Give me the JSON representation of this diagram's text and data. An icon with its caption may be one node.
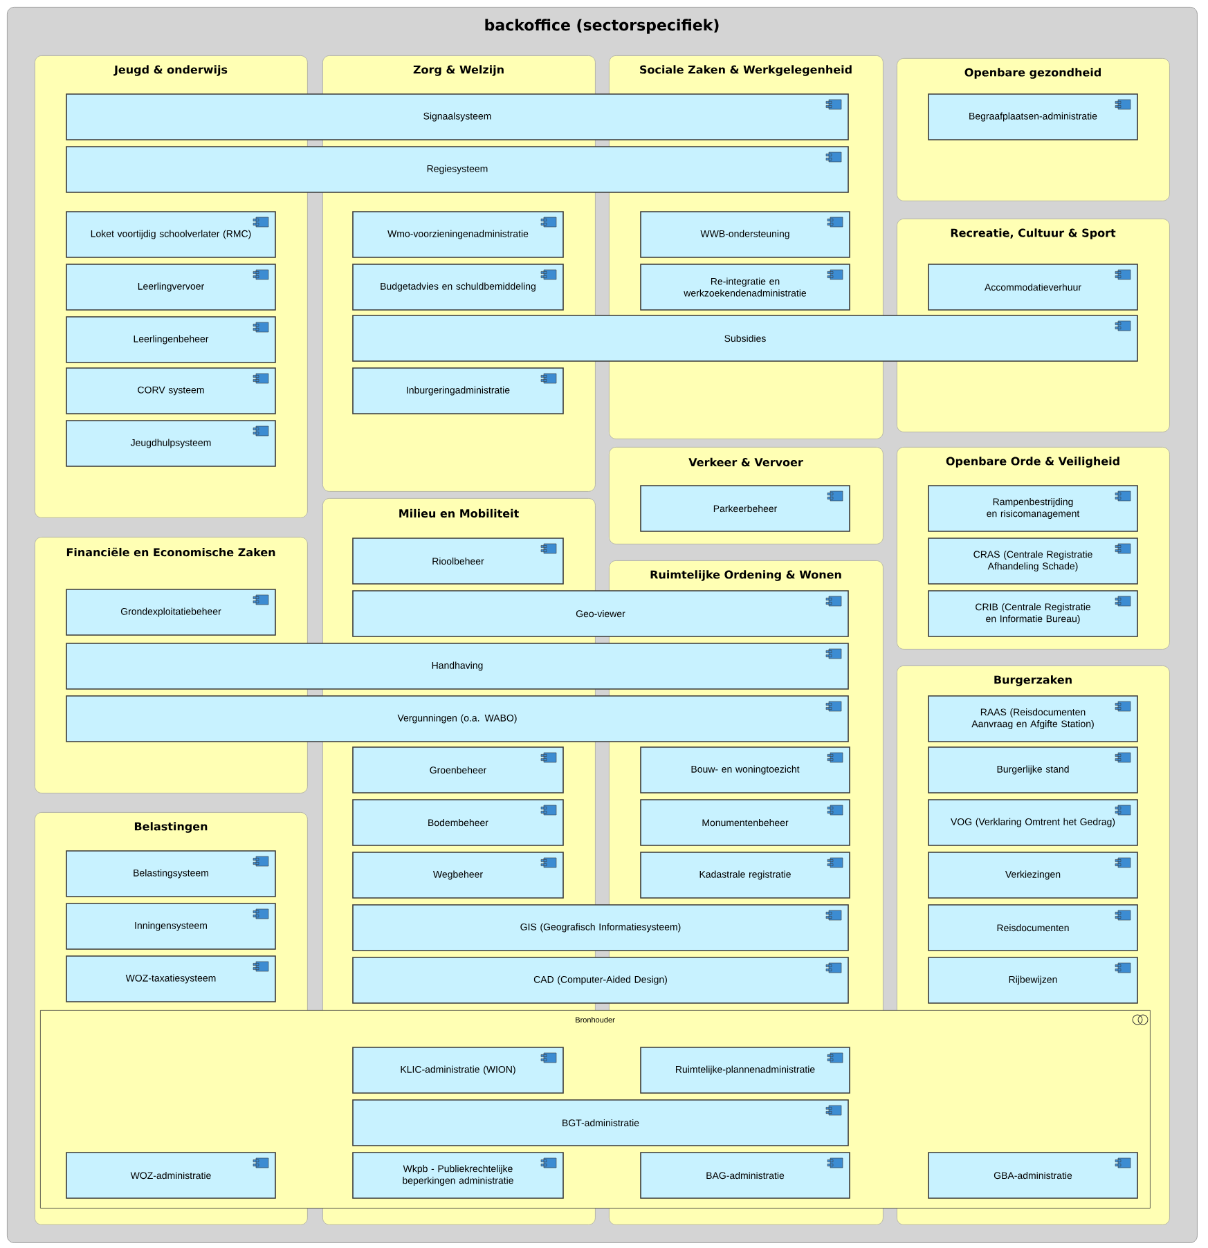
{
  "diagram": {
    "nodes": [
      {
        "text": [
          "backoffice (sectorspecifiek)"
        ]
      },
      {
        "text": [
          "Jeugd & onderwijs"
        ],
        "in": 0
      },
      {
        "text": [
          "Zorg & Welzijn"
        ],
        "in": 0
      },
      {
        "text": [
          "Sociale Zaken & Werkgelegenheid"
        ],
        "in": 0
      },
      {
        "text": [
          "Openbare gezondheid"
        ],
        "in": 0
      },
      {
        "text": [
          "Recreatie, Cultuur & Sport"
        ],
        "in": 0
      },
      {
        "text": [
          "Signaalsysteem"
        ],
        "in": 0
      },
      {
        "text": [
          "Regiesysteem"
        ],
        "in": 0
      },
      {
        "text": [
          "Loket voortijdig schoolverlater (RMC)"
        ],
        "in": 1
      },
      {
        "text": [
          "Leerlingvervoer"
        ],
        "in": 1
      },
      {
        "text": [
          "Leerlingenbeheer"
        ],
        "in": 1
      },
      {
        "text": [
          "CORV systeem"
        ],
        "in": 1
      },
      {
        "text": [
          "Jeugdhulpsysteem"
        ],
        "in": 1
      },
      {
        "text": [
          "Wmo-voorzieningenadministratie"
        ],
        "in": 2
      },
      {
        "text": [
          "Budgetadvies en schuldbemiddeling"
        ],
        "in": 2
      },
      {
        "text": [
          "Inburgeringadministratie"
        ],
        "in": 2
      },
      {
        "text": [
          "WWB-ondersteuning"
        ],
        "in": 3
      },
      {
        "text": [
          "Re-integratie en werkzoekendenadministratie"
        ],
        "in": 3
      },
      {
        "text": [
          "Subsidies"
        ],
        "in": 0
      },
      {
        "text": [
          "Begraafplaatsen-administratie"
        ],
        "in": 4
      },
      {
        "text": [
          "Accommodatieverhuur"
        ],
        "in": 5
      },
      {
        "text": [
          "Verkeer & Vervoer"
        ],
        "in": 0
      },
      {
        "text": [
          "Parkeerbeheer"
        ],
        "in": 21
      },
      {
        "text": [
          "Openbare Orde & Veiligheid"
        ],
        "in": 0
      },
      {
        "text": [
          "Rampenbestrijding en risicomanagement"
        ],
        "in": 23
      },
      {
        "text": [
          "CRAS (Centrale Registratie Afhandeling Schade)"
        ],
        "in": 23
      },
      {
        "text": [
          "CRIB (Centrale Registratie en Informatie Bureau)"
        ],
        "in": 23
      },
      {
        "text": [
          "Financiële en Economische Zaken"
        ],
        "in": 0
      },
      {
        "text": [
          "Grondexploitatiebeheer"
        ],
        "in": 27
      },
      {
        "text": [
          "Milieu en Mobiliteit"
        ],
        "in": 0
      },
      {
        "text": [
          "Rioolbeheer"
        ],
        "in": 29
      },
      {
        "text": [
          "Ruimtelijke Ordening & Wonen"
        ],
        "in": 0
      },
      {
        "text": [
          "Geo-viewer"
        ],
        "in": 0
      },
      {
        "text": [
          "Handhaving"
        ],
        "in": 0
      },
      {
        "text": [
          "Vergunningen (o.a. WABO)"
        ],
        "in": 0
      },
      {
        "text": [
          "Groenbeheer"
        ],
        "in": 29
      },
      {
        "text": [
          "Bouw- en woningtoezicht"
        ],
        "in": 31
      },
      {
        "text": [
          "Burgerzaken"
        ],
        "in": 0
      },
      {
        "text": [
          "RAAS (Reisdocumenten Aanvraag en Afgifte Station)"
        ],
        "in": 37
      },
      {
        "text": [
          "Burgerlijke stand"
        ],
        "in": 37
      },
      {
        "text": [
          "Belastingen"
        ],
        "in": 0
      },
      {
        "text": [
          "Belastingsysteem"
        ],
        "in": 40
      },
      {
        "text": [
          "Inningensysteem"
        ],
        "in": 40
      },
      {
        "text": [
          "WOZ-taxatiesysteem"
        ],
        "in": 40
      },
      {
        "text": [
          "Bodembeheer"
        ],
        "in": 29
      },
      {
        "text": [
          "Monumentenbeheer"
        ],
        "in": 31
      },
      {
        "text": [
          "VOG (Verklaring Omtrent het Gedrag)"
        ],
        "in": 37
      },
      {
        "text": [
          "Wegbeheer"
        ],
        "in": 29
      },
      {
        "text": [
          "Kadastrale registratie"
        ],
        "in": 31
      },
      {
        "text": [
          "Verkiezingen"
        ],
        "in": 37
      },
      {
        "text": [
          "GIS (Geografisch Informatiesysteem)"
        ],
        "in": 0
      },
      {
        "text": [
          "Reisdocumenten"
        ],
        "in": 37
      },
      {
        "text": [
          "CAD (Computer-Aided Design)"
        ],
        "in": 0
      },
      {
        "text": [
          "Rijbewijzen"
        ],
        "in": 37
      },
      {
        "text": [
          "Bronhouder"
        ],
        "in": 0
      },
      {
        "text": [
          "KLIC-administratie (WION)"
        ]
      },
      {
        "text": [
          "Ruimtelijke-plannenadministratie"
        ]
      },
      {
        "text": [
          "BGT-administratie"
        ],
        "in": 54
      },
      {
        "text": [
          "WOZ-administratie"
        ]
      },
      {
        "text": [
          "Wkpb - Publiekrechtelijke beperkingen administratie"
        ]
      },
      {
        "text": [
          "BAG-administratie"
        ]
      },
      {
        "text": [
          "GBA-administratie"
        ]
      }
    ]
  }
}
